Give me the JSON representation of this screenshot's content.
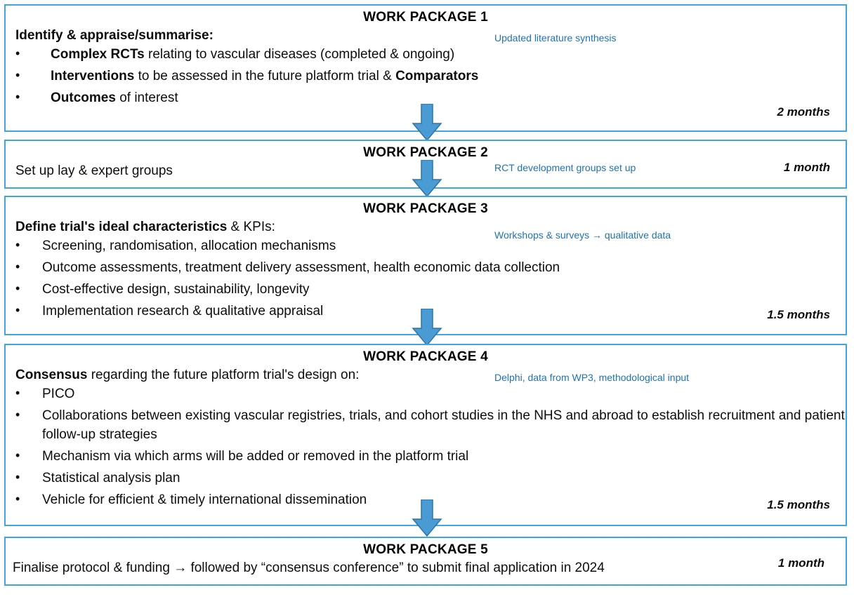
{
  "diagram": {
    "title": "Work package flow diagram",
    "accent_border_color": "#41A6E0",
    "annotation_color": "#1F72B4",
    "arrow_fill_color": "#4A9BD4",
    "arrow_stroke_color": "#2E74A8"
  },
  "work_packages": [
    {
      "id": "wp1",
      "title": "WORK PACKAGE 1",
      "lead": "Identify & appraise/summarise:",
      "annotation": "Updated literature synthesis",
      "duration": "2 months",
      "bullets": [
        {
          "bold": "Complex RCTs",
          "rest": " relating to vascular diseases (completed & ongoing)"
        },
        {
          "bold": "Interventions",
          "rest": " to be assessed in the future platform trial & ",
          "bold2": "Comparators"
        },
        {
          "bold": "Outcomes",
          "rest": " of interest"
        }
      ]
    },
    {
      "id": "wp2",
      "title": "WORK PACKAGE 2",
      "lead": "Set up lay & expert groups",
      "annotation": "RCT development groups set up",
      "duration": "1 month",
      "bullets": []
    },
    {
      "id": "wp3",
      "title": "WORK PACKAGE 3",
      "lead_bold": "Define trial's ideal characteristics",
      "lead_rest": " & KPIs:",
      "annotation": "Workshops & surveys → qualitative data",
      "duration": "1.5 months",
      "bullets": [
        {
          "rest": "Screening, randomisation, allocation mechanisms"
        },
        {
          "rest": "Outcome assessments, treatment delivery assessment, health economic data collection"
        },
        {
          "rest": "Cost-effective design, sustainability, longevity"
        },
        {
          "rest": "Implementation research & qualitative appraisal"
        }
      ]
    },
    {
      "id": "wp4",
      "title": "WORK PACKAGE 4",
      "lead_bold": "Consensus",
      "lead_rest": " regarding the future platform trial's design on:",
      "annotation": "Delphi, data from WP3, methodological input",
      "duration": "1.5 months",
      "bullets": [
        {
          "rest": "PICO"
        },
        {
          "rest": "Collaborations between existing vascular registries, trials, and cohort studies in the NHS and abroad to establish recruitment and patient follow-up strategies"
        },
        {
          "rest": "Mechanism via which arms will be added or removed in the platform trial"
        },
        {
          "rest": "Statistical analysis plan"
        },
        {
          "rest": "Vehicle for efficient & timely international dissemination"
        }
      ]
    },
    {
      "id": "wp5",
      "title": "WORK PACKAGE 5",
      "lead": "Finalise protocol & funding → followed by “consensus conference” to submit final application in 2024",
      "annotation": "",
      "duration": "1 month",
      "bullets": []
    }
  ],
  "connectors": [
    {
      "name": "arrow-wp1-to-wp2"
    },
    {
      "name": "arrow-wp2-to-wp3"
    },
    {
      "name": "arrow-wp3-to-wp4"
    },
    {
      "name": "arrow-wp4-to-wp5"
    }
  ]
}
